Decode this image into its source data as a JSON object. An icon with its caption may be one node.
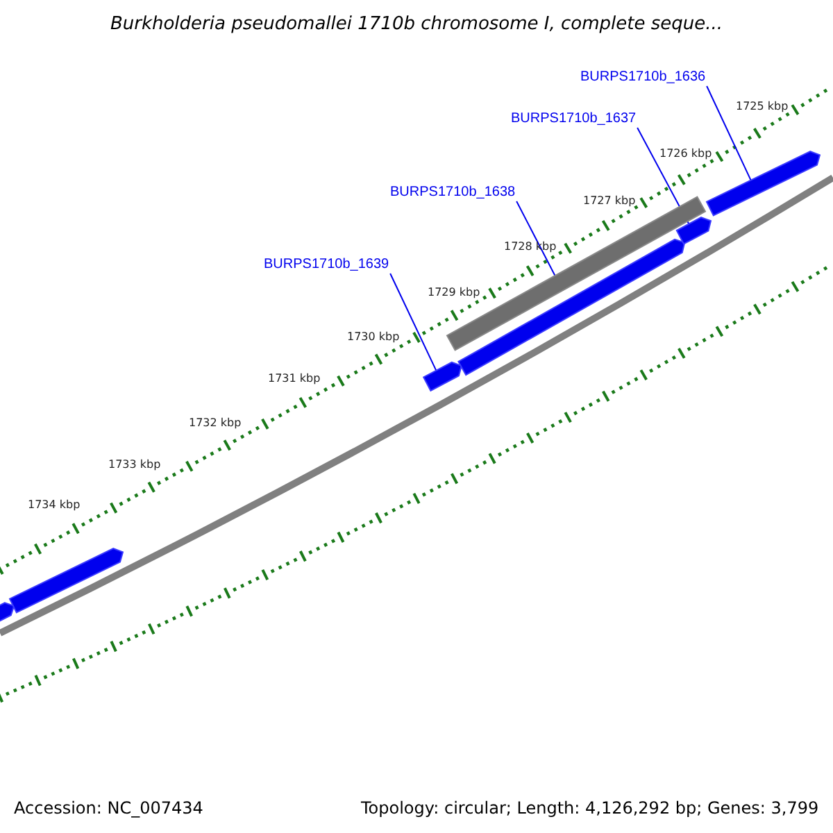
{
  "diagram": {
    "title": "Burkholderia pseudomallei 1710b chromosome I, complete seque...",
    "nodes": [
      {
        "text": [
          "BURPS1710b_1636"
        ]
      },
      {
        "text": [
          "BURPS1710b_1637"
        ]
      },
      {
        "text": [
          "BURPS1710b_1638"
        ]
      },
      {
        "text": [
          "BURPS1710b_1639"
        ]
      },
      {
        "text": [],
        "shape": "bar"
      },
      {
        "text": [],
        "shape": "bar"
      },
      {
        "text": [],
        "shape": "bar"
      },
      {
        "text": [],
        "shape": "bar"
      },
      {
        "text": [],
        "shape": "bar"
      },
      {
        "text": [],
        "shape": "bar"
      },
      {
        "text": [],
        "shape": "bar"
      }
    ],
    "edges": [
      {
        "from": 0,
        "to": 10,
        "arrow": "none"
      },
      {
        "from": 1,
        "to": 9,
        "arrow": "none"
      },
      {
        "from": 2,
        "to": 7,
        "arrow": "none"
      },
      {
        "from": 3,
        "to": 6,
        "arrow": "none"
      }
    ],
    "labels": [
      "1725 kbp",
      "1726 kbp",
      "1727 kbp",
      "1728 kbp",
      "1729 kbp",
      "1730 kbp",
      "1731 kbp",
      "1732 kbp",
      "1733 kbp",
      "1734 kbp",
      "Accession: NC_007434",
      "Topology: circular; Length: 4,126,292 bp; Genes: 3,799"
    ]
  }
}
